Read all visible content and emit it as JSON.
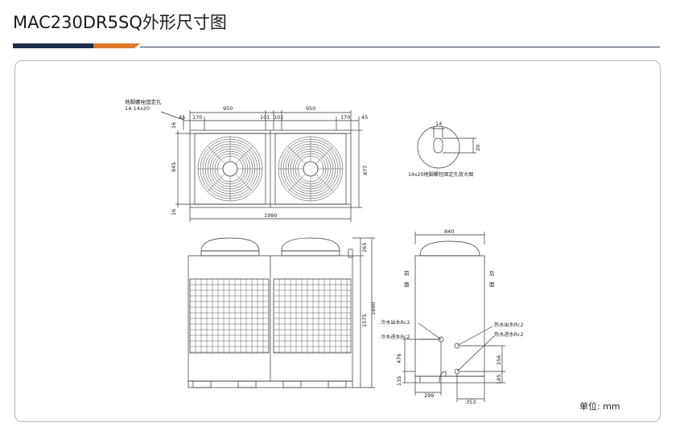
{
  "title": "MAC230DR5SQ外形尺寸图",
  "unit_label": "单位: mm",
  "top_view": {
    "hole_label": "地脚螺栓固定孔",
    "hole_size": "14-14x20",
    "dim_45_left": "45",
    "dim_170_left": "170",
    "dim_950_left": "950",
    "dim_101_a": "101",
    "dim_101_b": "101",
    "dim_950_right": "950",
    "dim_170_right": "170",
    "dim_45_right": "45",
    "dim_16_top": "16",
    "dim_845": "845",
    "dim_16_bottom": "16",
    "dim_877": "877",
    "dim_1990": "1990"
  },
  "detail_view": {
    "dim_14": "14",
    "dim_20": "20",
    "caption": "14x20地脚螺栓固定孔放大图"
  },
  "front_view": {
    "dim_265": "265",
    "dim_1575": "1575",
    "dim_1840": "1840"
  },
  "side_view": {
    "dim_840": "840",
    "front_label": [
      "前",
      "面"
    ],
    "back_label": [
      "后",
      "面"
    ],
    "cold_out": "冷水出水Rc2",
    "cold_in": "冷水进水Rc2",
    "hot_out": "热水出水Rc2",
    "hot_in": "热水进水Rc2",
    "dim_476": "476",
    "dim_135": "135",
    "dim_256": "256",
    "dim_185": "185",
    "dim_299": "299",
    "dim_353": "353"
  }
}
